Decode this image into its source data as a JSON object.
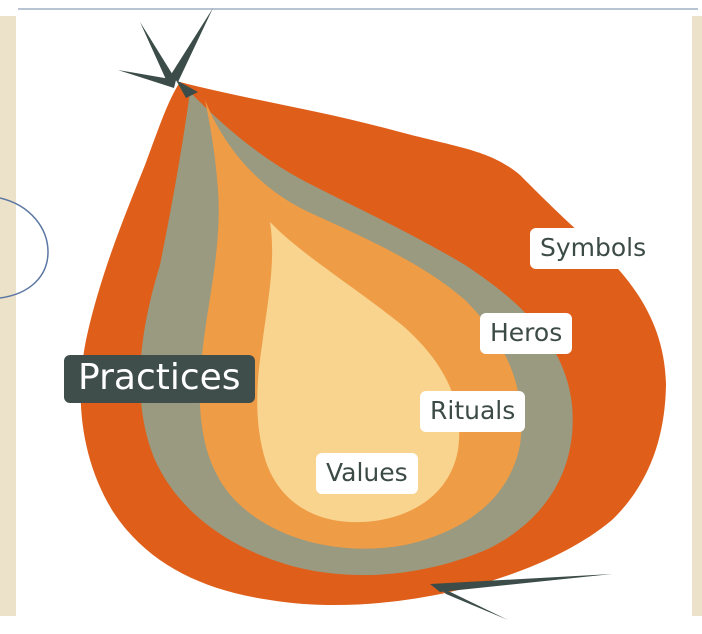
{
  "labels": {
    "symbols": "Symbols",
    "heros": "Heros",
    "rituals": "Rituals",
    "values": "Values",
    "practices": "Practices"
  },
  "colors": {
    "background": "#ffffff",
    "side_band": "#ece1c9",
    "outer_layer": "#df5f1a",
    "second_layer": "#999a80",
    "third_layer": "#ef9c46",
    "core": "#f8d48e",
    "stem": "#3c4d49",
    "practices_badge": "#3f4e4b",
    "arc_stroke": "#5c77a3"
  }
}
